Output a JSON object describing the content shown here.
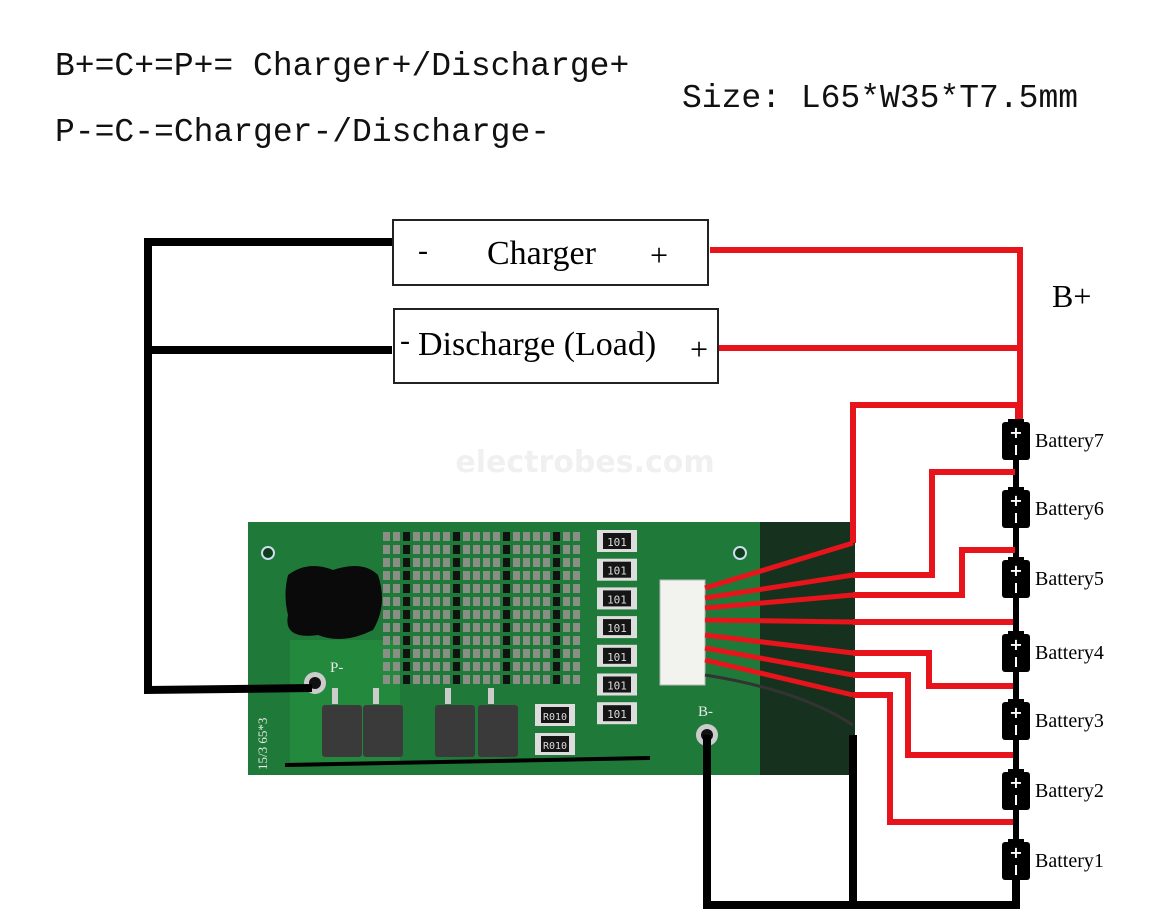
{
  "header": {
    "line1": "B+=C+=P+= Charger+/Discharge+",
    "line2": "P-=C-=Charger-/Discharge-",
    "size": "Size: L65*W35*T7.5mm"
  },
  "charger_box": {
    "minus": "-",
    "label": "Charger",
    "plus": "+"
  },
  "discharge_box": {
    "minus": "-",
    "label": "Discharge (Load)",
    "plus": "+"
  },
  "b_plus_label": "B+",
  "watermark": "electrobes.com",
  "batteries": [
    "Battery7",
    "Battery6",
    "Battery5",
    "Battery4",
    "Battery3",
    "Battery2",
    "Battery1"
  ],
  "battery_terminal": "+",
  "board": {
    "p_minus": "P-",
    "b_minus": "B-",
    "silk": "15/3 65*3",
    "resistors": [
      "101",
      "101",
      "101",
      "101",
      "101",
      "101",
      "101"
    ],
    "shunts": [
      "R010",
      "R010"
    ]
  },
  "colors": {
    "positive_wire": "#e8141c",
    "negative_wire": "#000000",
    "pcb": "#1f7a3a"
  }
}
